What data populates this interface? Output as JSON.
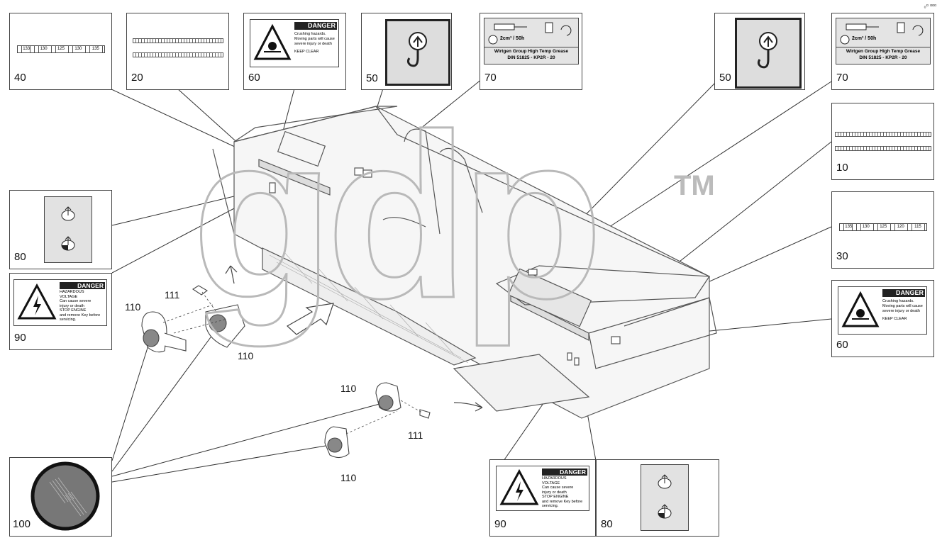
{
  "watermark": {
    "text": "gdp",
    "tm": "TM"
  },
  "corner_mark": "₀ᵅ ᵅᵅᵅ",
  "danger_label": {
    "header": "DANGER",
    "crush_text": [
      "Crushing hazards.",
      "Moving parts will cause",
      "severe injury or death"
    ],
    "keep_clear": "KEEP CLEAR",
    "voltage_title": [
      "HAZARDOUS",
      "VOLTAGE"
    ],
    "voltage_text": [
      "Can cause severe",
      "injury or death"
    ],
    "voltage_stop": [
      "STOP ENGINE",
      "and remove Key before",
      "servicing."
    ]
  },
  "grease_label": {
    "interval": "2cm³ / 50h",
    "line1": "Wirtgen Group High Temp Grease",
    "line2": "DIN 51825 - KP2R - 20"
  },
  "scale_label": {
    "ticks_40": [
      "133",
      "130",
      "125",
      "130",
      "135"
    ],
    "ticks_30": [
      "135",
      "130",
      "125",
      "120",
      "115"
    ]
  },
  "labels": {
    "b40": "40",
    "b20": "20",
    "b60a": "60",
    "b50a": "50",
    "b70a": "70",
    "b50b": "50",
    "b70b": "70",
    "b10": "10",
    "b30": "30",
    "b60b": "60",
    "b80a": "80",
    "b90a": "90",
    "b100": "100",
    "b90b": "90",
    "b80b": "80"
  },
  "callouts": {
    "c111a": "111",
    "c110a": "110",
    "c110b": "110",
    "c110c": "110",
    "c111b": "111",
    "c110d": "110"
  }
}
